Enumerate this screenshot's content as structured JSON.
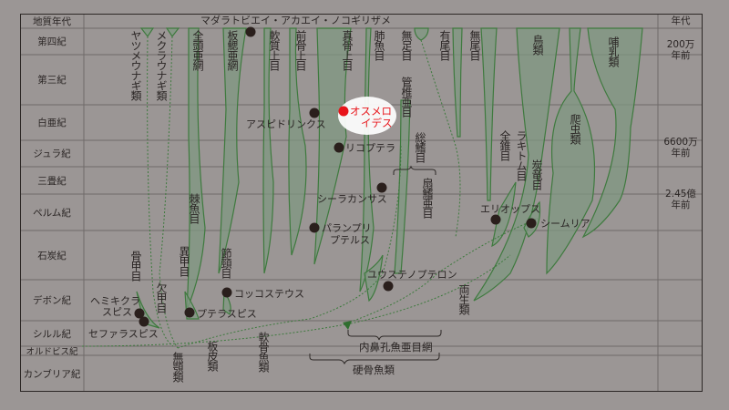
{
  "header": {
    "left": "地質年代",
    "right": "年代"
  },
  "periods": [
    "第四紀",
    "第三紀",
    "白亜紀",
    "ジュラ紀",
    "三畳紀",
    "ペルム紀",
    "石炭紀",
    "デボン紀",
    "シルル紀",
    "オルドビス紀",
    "カンブリア紀"
  ],
  "ages": [
    "200万\n年前",
    "6600万\n年前",
    "2.45億\n年前"
  ],
  "taxa": {
    "lamprey": "ヤツメウナギ類",
    "hagfish": "メクラウナギ類",
    "holocephali": "全頭亜網",
    "elasmo": "板鰓亜網",
    "chondrostei": "軟質上目",
    "holostei": "前骨上目",
    "teleostei": "真骨上目",
    "lungfish": "肺魚目",
    "apoda": "無足目",
    "lepospondyli": "管椎亜目",
    "urodela": "有尾目",
    "anura": "無尾目",
    "birds": "鳥類",
    "mammals": "哺乳類",
    "reptiles": "爬虫類",
    "crossopterygii": "総鰭目",
    "rhipidistia": "扇鰭亜目",
    "holospondyli": "全錐目",
    "rhachitomi": "ラキトム目",
    "anthracosauria": "炭竜目",
    "acanthodii": "棘魚目",
    "heterostraci": "異甲目",
    "arthrodira": "節頸目",
    "osteostraci": "骨甲目",
    "anaspida": "欠甲目",
    "amphibians": "両生類",
    "agnatha": "無顎類",
    "placodermi": "板皮類",
    "chondrichthyes": "軟骨魚類"
  },
  "specimens": {
    "rays": "マダラトビエイ・アカエイ・ノコギリザメ",
    "aspidorhynchus": "アスピドリンクス",
    "osmeroides_1": "オスメロ",
    "osmeroides_2": "イデス",
    "lycoptera": "リコプテラ",
    "coelacanth": "シーラカンサス",
    "palaeoniscus_1": "パランプリ",
    "palaeoniscus_2": "プテルス",
    "eusthenopteron": "ユウステノプテロン",
    "eryops": "エリオップス",
    "seymouria": "シームリア",
    "coccosteus": "コッコステウス",
    "pteraspis": "プテラスピス",
    "hemicyclaspis_1": "ヘミキクラ",
    "hemicyclaspis_2": "スピス",
    "cephalaspis": "セファラスピス"
  },
  "groups": {
    "sarcopterygii": "内鼻孔魚亜目網",
    "osteichthyes": "硬骨魚類"
  },
  "colors": {
    "lineage_fill": "#7d9580",
    "lineage_stroke": "#3e7a3e",
    "highlight": "#e8141a",
    "dot": "#2a1f1c"
  }
}
